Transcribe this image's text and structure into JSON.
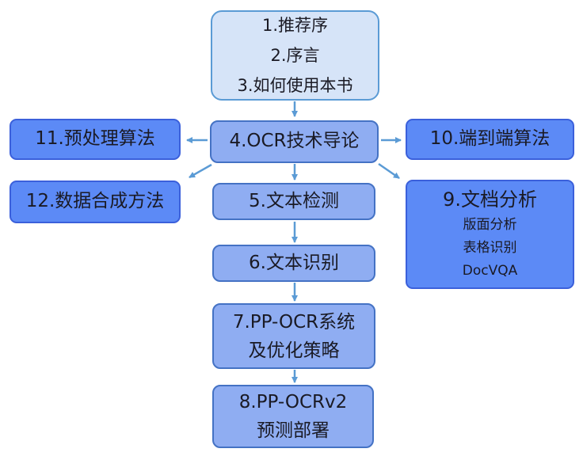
{
  "diagram": {
    "type": "flowchart",
    "nodes": {
      "intro": {
        "lines": [
          "1.推荐序",
          "2.序言",
          "3.如何使用本书"
        ]
      },
      "ch4": {
        "label": "4.OCR技术导论"
      },
      "ch5": {
        "label": "5.文本检测"
      },
      "ch6": {
        "label": "6.文本识别"
      },
      "ch7": {
        "lines": [
          "7.PP-OCR系统",
          "及优化策略"
        ]
      },
      "ch8": {
        "lines": [
          "8.PP-OCRv2",
          "预测部署"
        ]
      },
      "ch9": {
        "title": "9.文档分析",
        "items": [
          "版面分析",
          "表格识别",
          "DocVQA"
        ]
      },
      "ch10": {
        "label": "10.端到端算法"
      },
      "ch11": {
        "label": "11.预处理算法"
      },
      "ch12": {
        "label": "12.数据合成方法"
      }
    },
    "edges": [
      {
        "from": "intro",
        "to": "ch4"
      },
      {
        "from": "ch4",
        "to": "ch11"
      },
      {
        "from": "ch4",
        "to": "ch10"
      },
      {
        "from": "ch4",
        "to": "ch12"
      },
      {
        "from": "ch4",
        "to": "ch9"
      },
      {
        "from": "ch4",
        "to": "ch5"
      },
      {
        "from": "ch5",
        "to": "ch6"
      },
      {
        "from": "ch6",
        "to": "ch7"
      },
      {
        "from": "ch7",
        "to": "ch8"
      }
    ],
    "colors": {
      "background": "#ffffff",
      "intro_fill": "#d6e4f8",
      "intro_border": "#5b9bd5",
      "main_fill": "#8fadf2",
      "main_border": "#4472c4",
      "side_fill": "#5c8af6",
      "side_border": "#3b60db",
      "arrow": "#5b9bd5",
      "text": "#1a1a24"
    }
  }
}
